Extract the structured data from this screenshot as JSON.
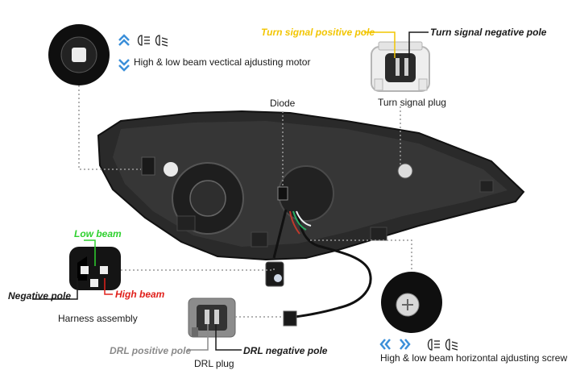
{
  "labels": {
    "vertical_motor": "High & low beam vectical ajdusting motor",
    "diode": "Diode",
    "turn_signal_positive": "Turn signal positive pole",
    "turn_signal_negative": "Turn signal negative pole",
    "turn_signal_plug": "Turn signal plug",
    "low_beam": "Low beam",
    "high_beam": "High beam",
    "negative_pole": "Negative pole",
    "harness_assembly": "Harness assembly",
    "drl_positive": "DRL positive pole",
    "drl_negative": "DRL negative pole",
    "drl_plug": "DRL plug",
    "horizontal_screw": "High & low beam horizontal ajdusting screw"
  },
  "icons": {
    "up_arrows": "double-chevron-up-icon",
    "down_arrows": "double-chevron-down-icon",
    "left_arrows": "double-chevron-left-icon",
    "right_arrows": "double-chevron-right-icon",
    "high_beam": "high-beam-icon",
    "low_beam": "low-beam-icon"
  },
  "colors": {
    "arrow_blue": "#3b8fd9",
    "turn_positive_yellow": "#f2c500",
    "low_beam_green": "#2fd12f",
    "high_beam_red": "#e0201b",
    "drl_positive_gray": "#8a8a8a"
  }
}
